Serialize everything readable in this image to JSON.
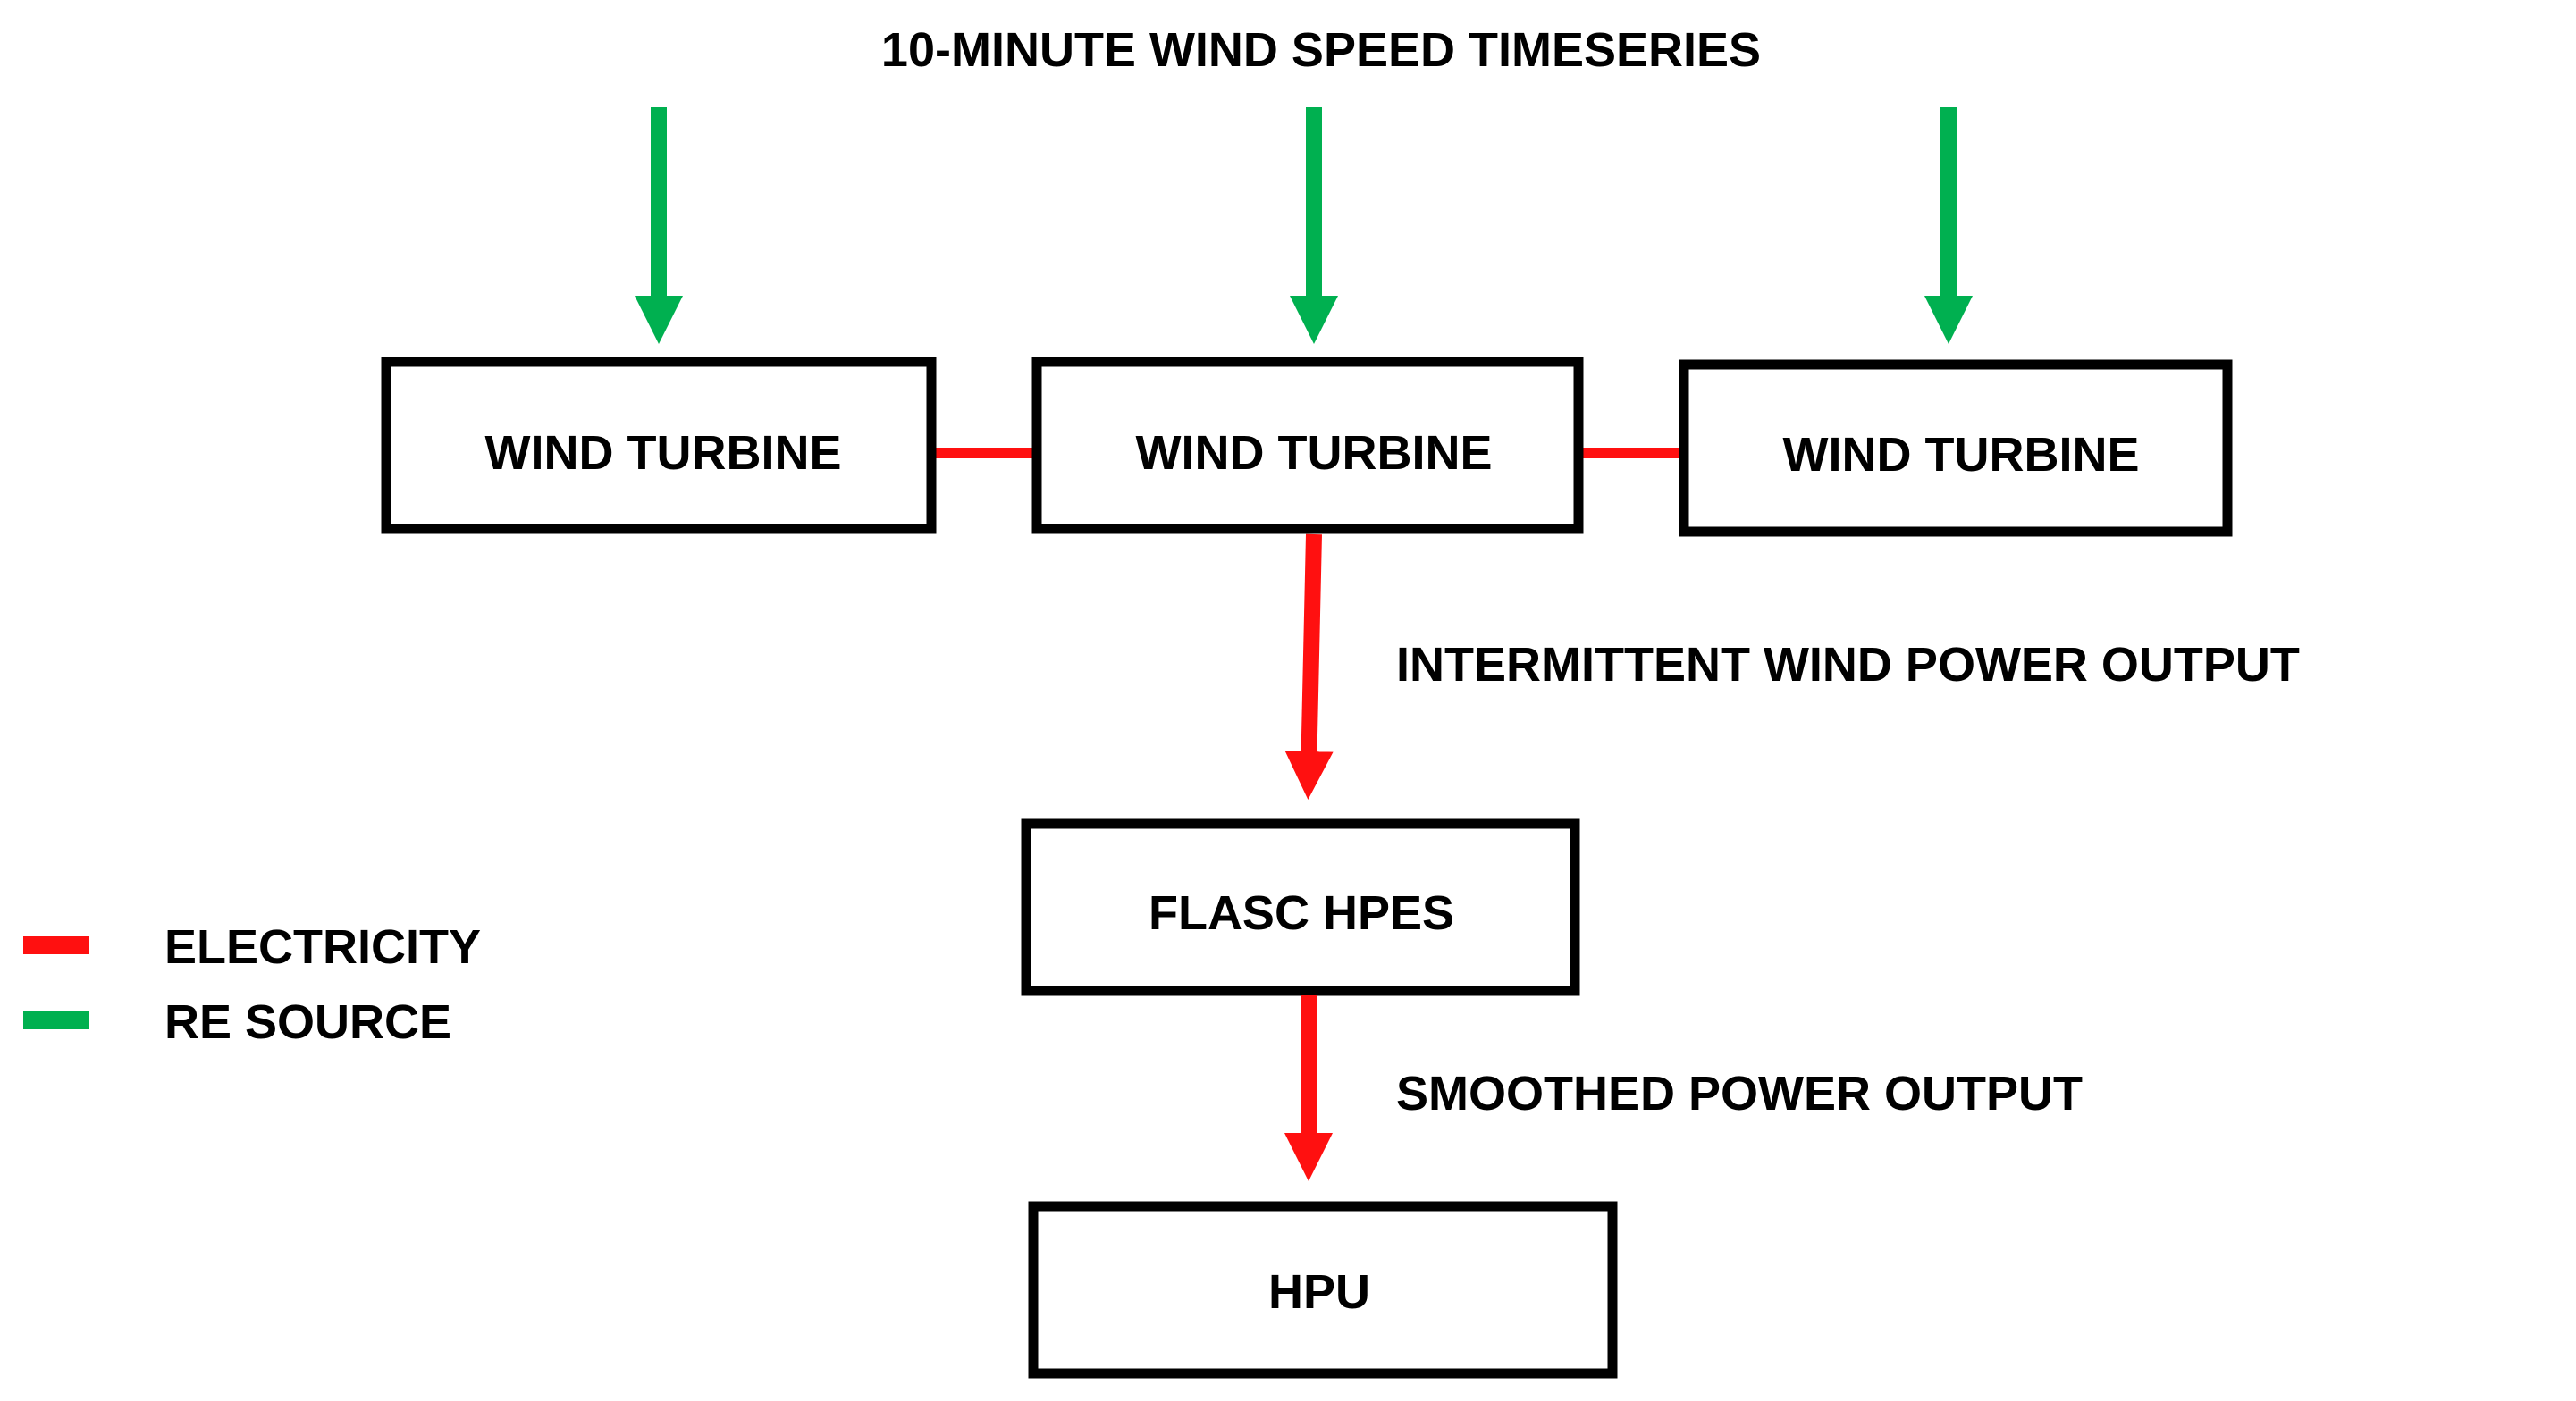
{
  "title": "10-MINUTE WIND SPEED TIMESERIES",
  "nodes": {
    "turbine_left": "WIND TURBINE",
    "turbine_center": "WIND TURBINE",
    "turbine_right": "WIND TURBINE",
    "storage": "FLASC HPES",
    "load": "HPU"
  },
  "edge_labels": {
    "turbines_to_storage": "INTERMITTENT WIND POWER OUTPUT",
    "storage_to_load": "SMOOTHED POWER OUTPUT"
  },
  "legend": {
    "electricity": "ELECTRICITY",
    "re_source": "RE SOURCE"
  },
  "colors": {
    "electricity": "#ff1010",
    "re_source": "#00b050",
    "box_stroke": "#000000",
    "text": "#000000"
  }
}
